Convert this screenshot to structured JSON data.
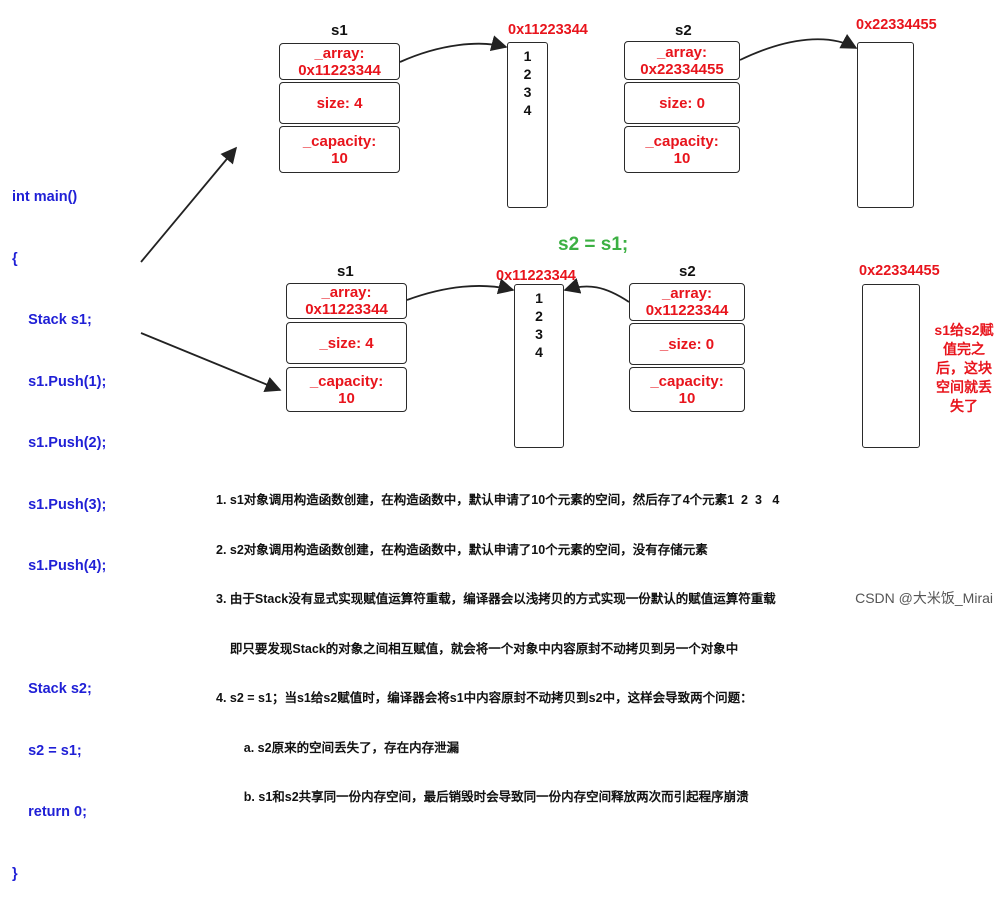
{
  "code": {
    "lines": [
      "int main()",
      "{",
      "    Stack s1;",
      "    s1.Push(1);",
      "    s1.Push(2);",
      "    s1.Push(3);",
      "    s1.Push(4);",
      "",
      "    Stack s2;",
      "    s2 = s1;",
      "    return 0;",
      "}"
    ]
  },
  "top": {
    "s1": {
      "label": "s1",
      "array_line1": "_array:",
      "array_line2": "0x11223344",
      "size": "size: 4",
      "capacity_line1": "_capacity:",
      "capacity_line2": "10"
    },
    "s1_buffer": {
      "address": "0x11223344",
      "values": [
        "1",
        "2",
        "3",
        "4"
      ]
    },
    "s2": {
      "label": "s2",
      "array_line1": "_array:",
      "array_line2": "0x22334455",
      "size": "size: 0",
      "capacity_line1": "_capacity:",
      "capacity_line2": "10"
    },
    "s2_buffer": {
      "address": "0x22334455",
      "values": []
    }
  },
  "assign_label": "s2 = s1;",
  "bottom": {
    "s1": {
      "label": "s1",
      "array_line1": "_array:",
      "array_line2": "0x11223344",
      "size": "_size: 4",
      "capacity_line1": "_capacity:",
      "capacity_line2": "10"
    },
    "shared_buffer": {
      "address": "0x11223344",
      "values": [
        "1",
        "2",
        "3",
        "4"
      ]
    },
    "s2": {
      "label": "s2",
      "array_line1": "_array:",
      "array_line2": "0x11223344",
      "size": "_size: 0",
      "capacity_line1": "_capacity:",
      "capacity_line2": "10"
    },
    "lost_buffer": {
      "address": "0x22334455",
      "values": []
    },
    "lost_note": [
      "s1给s2赋",
      "值完之",
      "后，这块",
      "空间就丢",
      "失了"
    ]
  },
  "notes": [
    "1. s1对象调用构造函数创建，在构造函数中，默认申请了10个元素的空间，然后存了4个元素1  2  3   4",
    "2. s2对象调用构造函数创建，在构造函数中，默认申请了10个元素的空间，没有存储元素",
    "3. 由于Stack没有显式实现赋值运算符重载，编译器会以浅拷贝的方式实现一份默认的赋值运算符重载",
    "    即只要发现Stack的对象之间相互赋值，就会将一个对象中内容原封不动拷贝到另一个对象中",
    "4. s2 = s1；当s1给s2赋值时，编译器会将s1中内容原封不动拷贝到s2中，这样会导致两个问题：",
    "        a. s2原来的空间丢失了，存在内存泄漏",
    "        b. s1和s2共享同一份内存空间，最后销毁时会导致同一份内存空间释放两次而引起程序崩溃"
  ],
  "watermark": "CSDN @大米饭_Mirai"
}
